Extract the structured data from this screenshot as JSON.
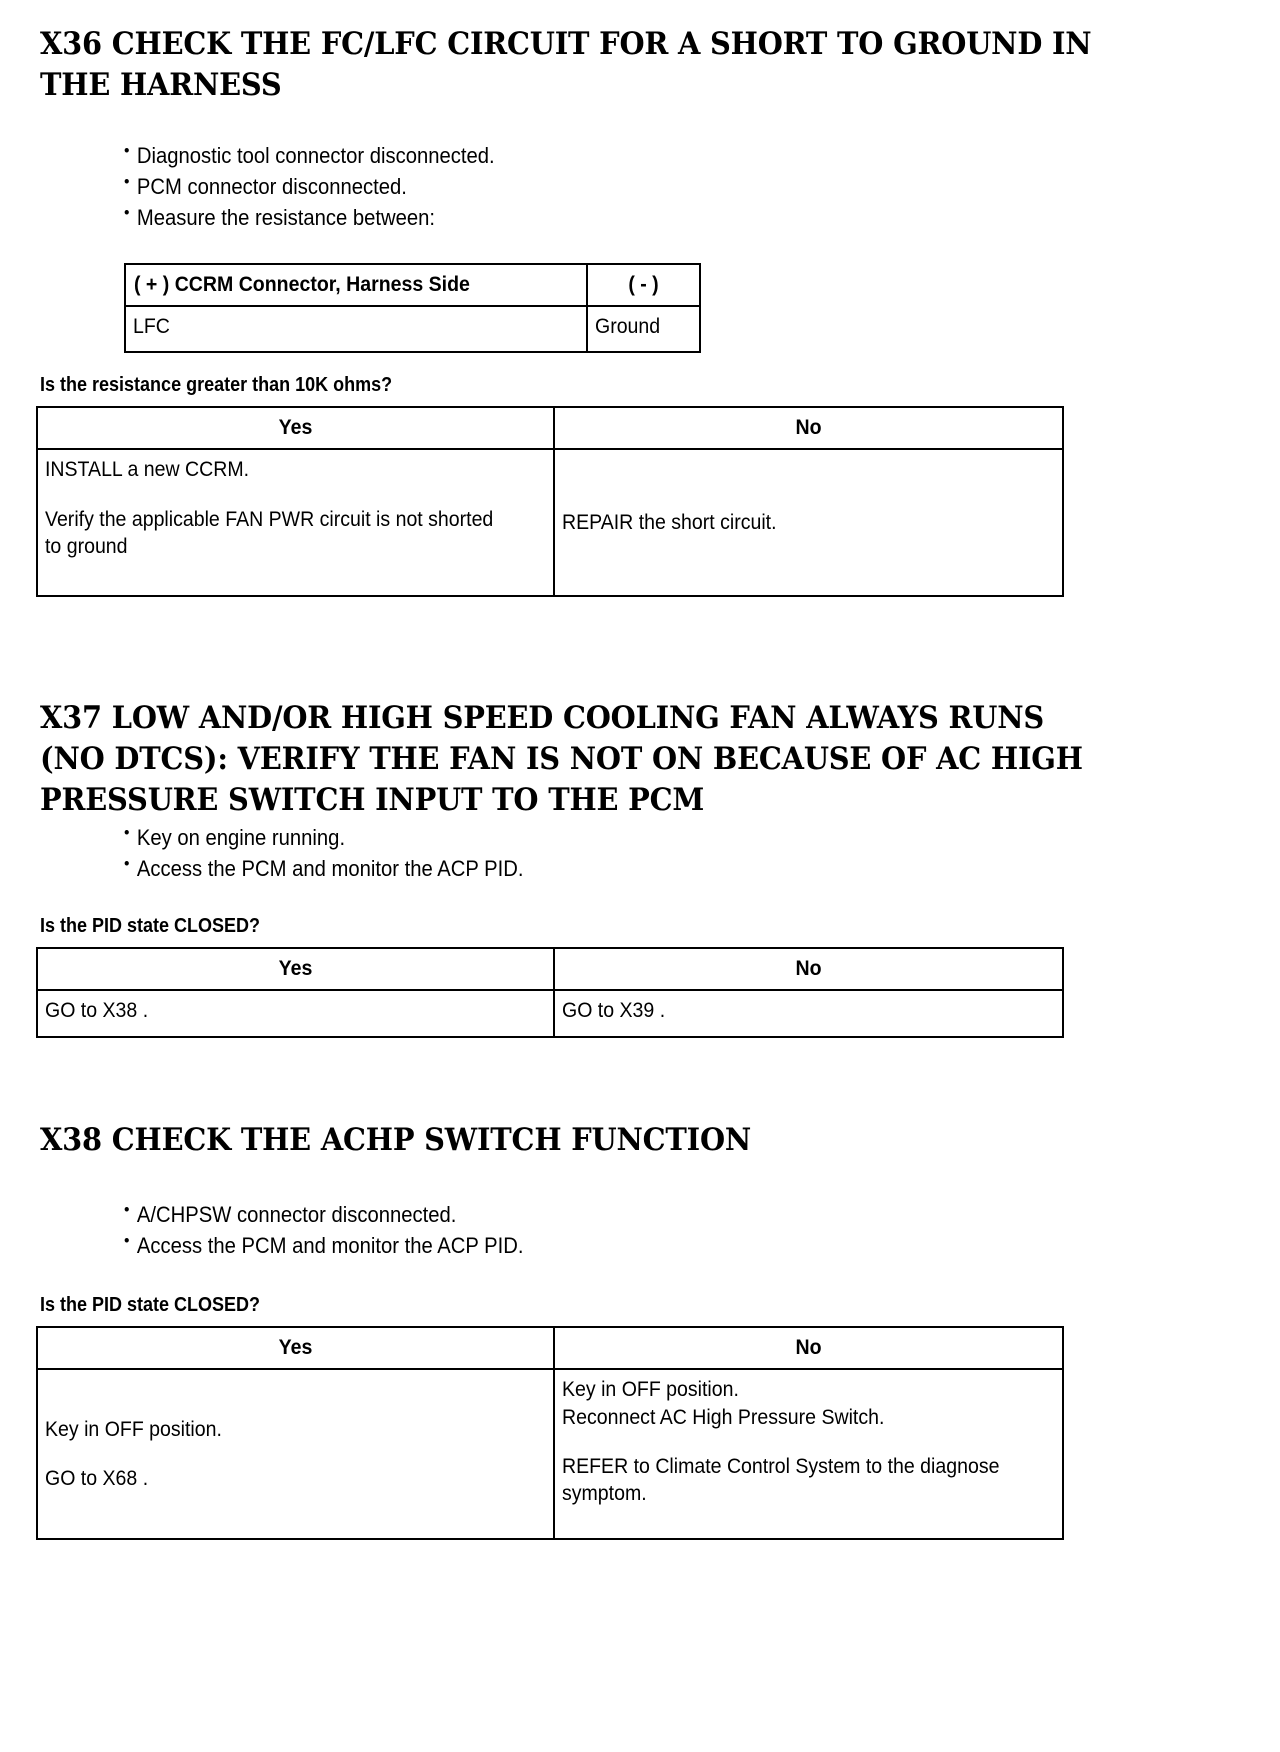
{
  "document": {
    "type": "automotive-diagnostic-pinpoint-test",
    "background_color": "#ffffff",
    "text_color": "#000000"
  },
  "sections": [
    {
      "id": "X36",
      "heading": "X36 CHECK THE FC/LFC CIRCUIT FOR A SHORT TO GROUND IN THE HARNESS",
      "bullets": [
        "Diagnostic tool connector disconnected.",
        "PCM connector disconnected.",
        "Measure the resistance between:"
      ],
      "measurement_table": {
        "headers": [
          "( + ) CCRM Connector, Harness Side",
          "( - )"
        ],
        "rows": [
          [
            "LFC",
            "Ground"
          ]
        ]
      },
      "question": "Is the resistance greater than 10K ohms?",
      "answer_table": {
        "headers": [
          "Yes",
          "No"
        ],
        "yes_lines": [
          "INSTALL a new CCRM.",
          "",
          "Verify the applicable FAN PWR circuit is not shorted to ground"
        ],
        "no_lines": [
          "REPAIR the short circuit."
        ]
      }
    },
    {
      "id": "X37",
      "heading": "X37 LOW AND/OR HIGH SPEED COOLING FAN ALWAYS RUNS (NO DTCS): VERIFY THE FAN IS NOT ON BECAUSE OF AC HIGH PRESSURE SWITCH INPUT TO THE PCM",
      "bullets": [
        "Key on engine running.",
        "Access the PCM and monitor the ACP PID."
      ],
      "question": "Is the PID state CLOSED?",
      "answer_table": {
        "headers": [
          "Yes",
          "No"
        ],
        "yes_lines": [
          "GO to X38 ."
        ],
        "no_lines": [
          "GO to X39 ."
        ]
      }
    },
    {
      "id": "X38",
      "heading": "X38 CHECK THE ACHP SWITCH FUNCTION",
      "bullets": [
        "A/CHPSW connector disconnected.",
        "Access the PCM and monitor the ACP PID."
      ],
      "question": "Is the PID state CLOSED?",
      "answer_table": {
        "headers": [
          "Yes",
          "No"
        ],
        "yes_lines": [
          "Key in OFF position.",
          "",
          "GO to X68 ."
        ],
        "no_lines": [
          "Key in OFF position.",
          "Reconnect AC High Pressure Switch.",
          "",
          "REFER to Climate Control System to the diagnose symptom."
        ]
      }
    }
  ]
}
